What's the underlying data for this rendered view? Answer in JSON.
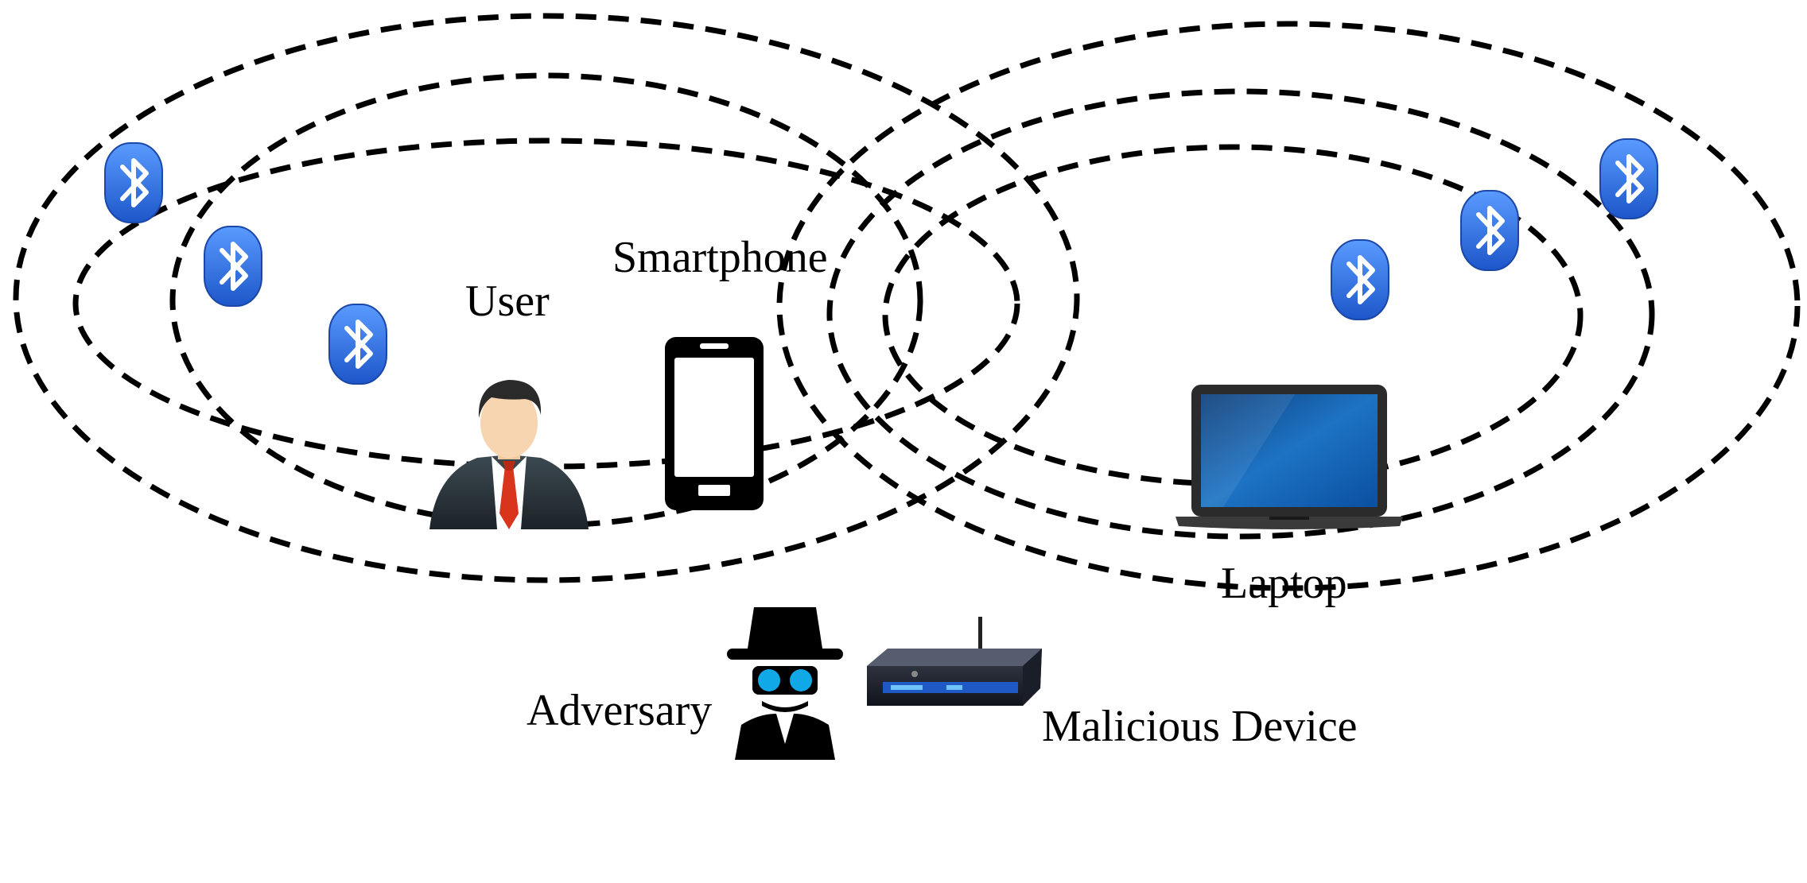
{
  "labels": {
    "user": "User",
    "smartphone": "Smartphone",
    "laptop": "Laptop",
    "adversary": "Adversary",
    "malicious_device": "Malicious Device"
  },
  "icons": {
    "bluetooth": "bluetooth-icon",
    "user": "businessman-icon",
    "smartphone": "smartphone-icon",
    "laptop": "laptop-icon",
    "adversary": "spy-icon",
    "malicious_device": "router-box-icon"
  },
  "colors": {
    "bluetooth_blue": "#2b6fe0",
    "ring_stroke": "#000000"
  }
}
